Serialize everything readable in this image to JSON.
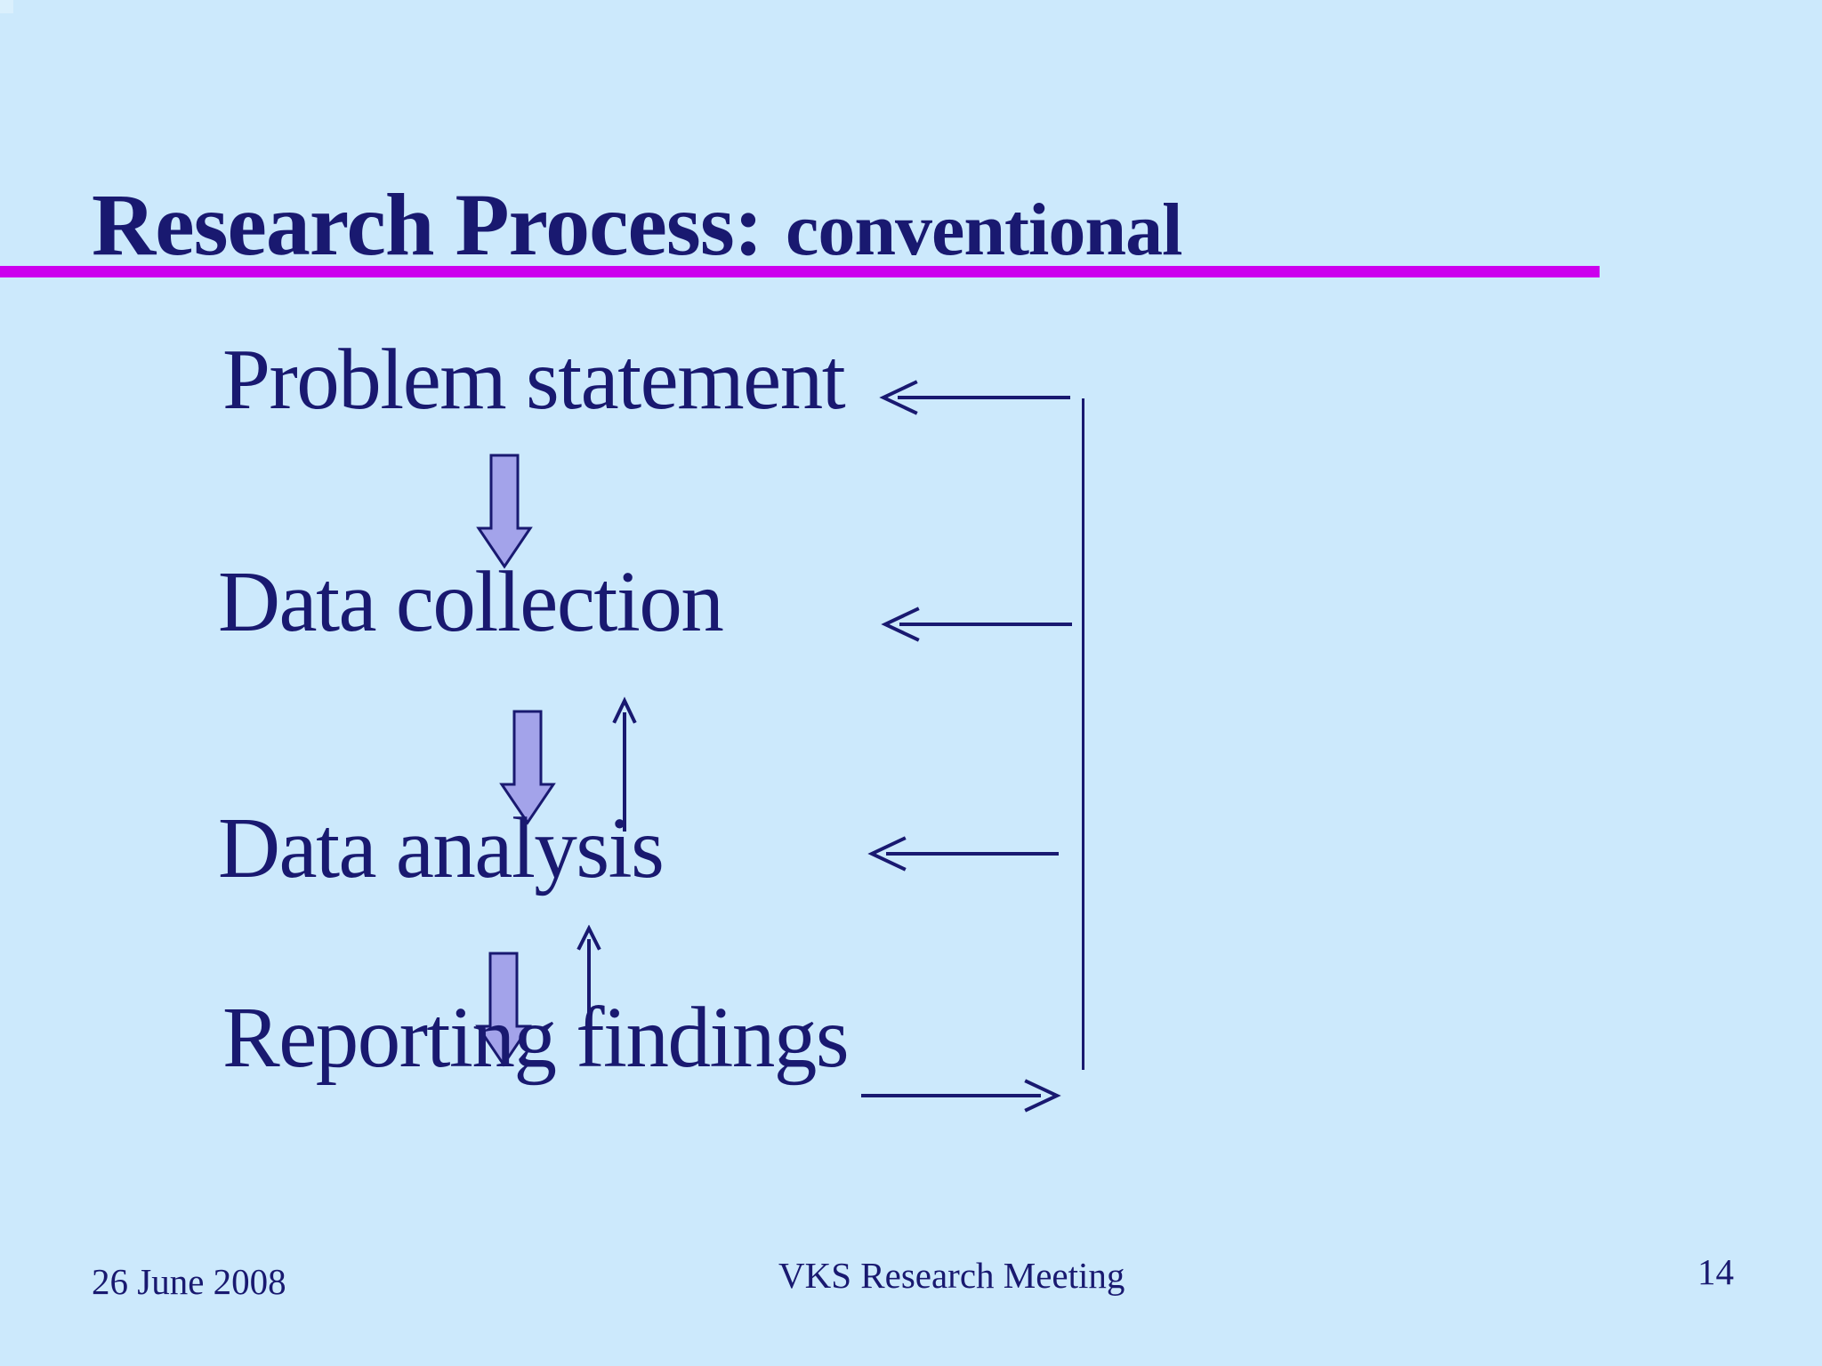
{
  "title": {
    "main": "Research Process:",
    "sub": "conventional"
  },
  "diagram": {
    "steps": [
      "Problem statement",
      "Data collection",
      "Data analysis",
      "Reporting findings"
    ]
  },
  "footer": {
    "date": "26 June 2008",
    "event": "VKS Research Meeting",
    "page_number": "14"
  },
  "colors": {
    "background": "#CCE9FC",
    "ink": "#191970",
    "title_rule": "#CC00EE",
    "arrow_fill": "#A3A3EA"
  },
  "icons": {
    "flow_step": "block-down-arrow",
    "feedback_up": "thin-up-arrow",
    "feedback_return": "left-arrow",
    "output": "right-arrow"
  }
}
